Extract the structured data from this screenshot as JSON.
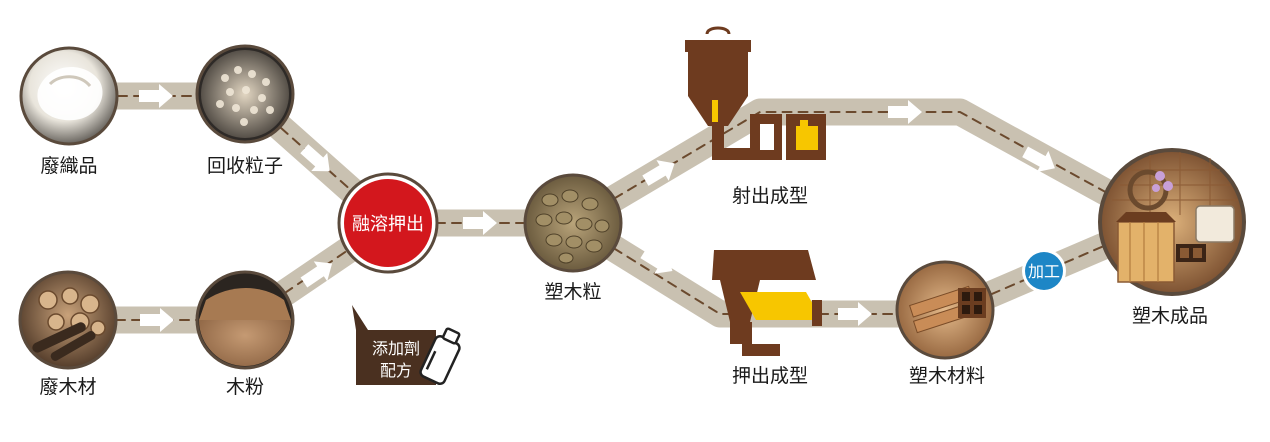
{
  "nodes": {
    "waste_textile": "廢織品",
    "recycled_pellets": "回收粒子",
    "waste_wood": "廢木材",
    "wood_powder": "木粉",
    "melt_extrude": "融溶押出",
    "additive_line1": "添加劑",
    "additive_line2": "配方",
    "wpc_pellets": "塑木粒",
    "injection_molding": "射出成型",
    "extrusion_molding": "押出成型",
    "wpc_material": "塑木材料",
    "processing": "加工",
    "wpc_product": "塑木成品"
  },
  "colors": {
    "path": "#c9c1b1",
    "dash": "#6b4a2e",
    "machine": "#6e3b1f",
    "accent_yellow": "#f7c600",
    "melt_red": "#d3171d",
    "process_blue": "#1d86c6",
    "ring": "#5a4a3c"
  }
}
